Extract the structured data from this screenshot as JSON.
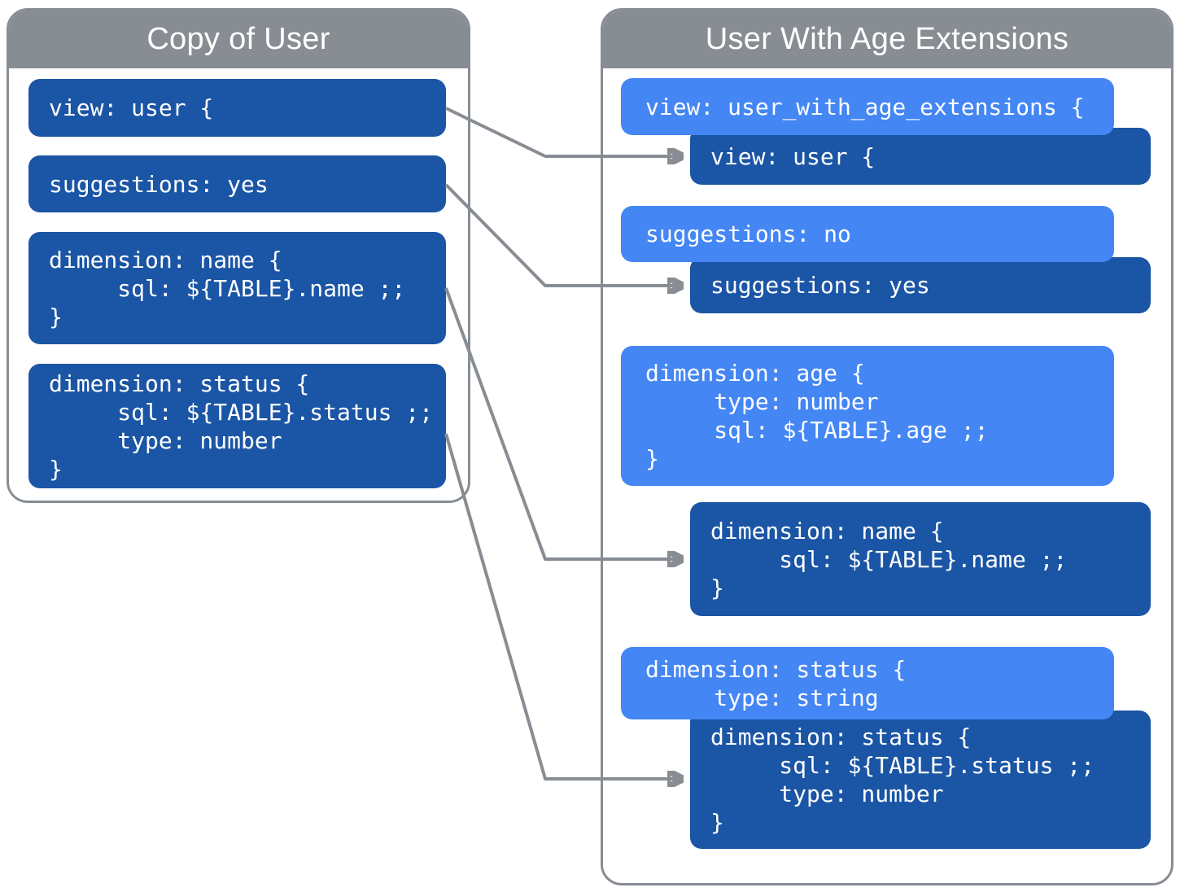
{
  "colors": {
    "dark_blue": "#1b55a5",
    "light_blue": "#4486f4",
    "gray": "#878d93",
    "text": "#ffffff"
  },
  "left_panel": {
    "title": "Copy of User",
    "blocks": [
      {
        "id": "view-user",
        "variant": "dark",
        "lines": [
          "view: user {"
        ]
      },
      {
        "id": "suggestions-yes",
        "variant": "dark",
        "lines": [
          "suggestions: yes"
        ]
      },
      {
        "id": "dimension-name",
        "variant": "dark",
        "lines": [
          "dimension: name {",
          "     sql: ${TABLE}.name ;;",
          "}"
        ]
      },
      {
        "id": "dimension-status",
        "variant": "dark",
        "lines": [
          "dimension: status {",
          "     sql: ${TABLE}.status ;;",
          "     type: number",
          "}"
        ]
      }
    ]
  },
  "right_panel": {
    "title": "User With Age Extensions",
    "blocks": [
      {
        "id": "view-user-with-age-extensions",
        "variant": "light",
        "lines": [
          "view: user_with_age_extensions {"
        ]
      },
      {
        "id": "view-user-inherited",
        "variant": "dark",
        "lines": [
          "view: user {"
        ]
      },
      {
        "id": "suggestions-no",
        "variant": "light",
        "lines": [
          "suggestions: no"
        ]
      },
      {
        "id": "suggestions-yes-inherited",
        "variant": "dark",
        "lines": [
          "suggestions: yes"
        ]
      },
      {
        "id": "dimension-age",
        "variant": "light",
        "lines": [
          "dimension: age {",
          "     type: number",
          "     sql: ${TABLE}.age ;;",
          "}"
        ]
      },
      {
        "id": "dimension-name-inherited",
        "variant": "dark",
        "lines": [
          "dimension: name {",
          "     sql: ${TABLE}.name ;;",
          "}"
        ]
      },
      {
        "id": "dimension-status-override",
        "variant": "light",
        "lines": [
          "dimension: status {",
          "     type: string"
        ]
      },
      {
        "id": "dimension-status-inherited",
        "variant": "dark",
        "lines": [
          "dimension: status {",
          "     sql: ${TABLE}.status ;;",
          "     type: number",
          "}"
        ]
      }
    ]
  }
}
